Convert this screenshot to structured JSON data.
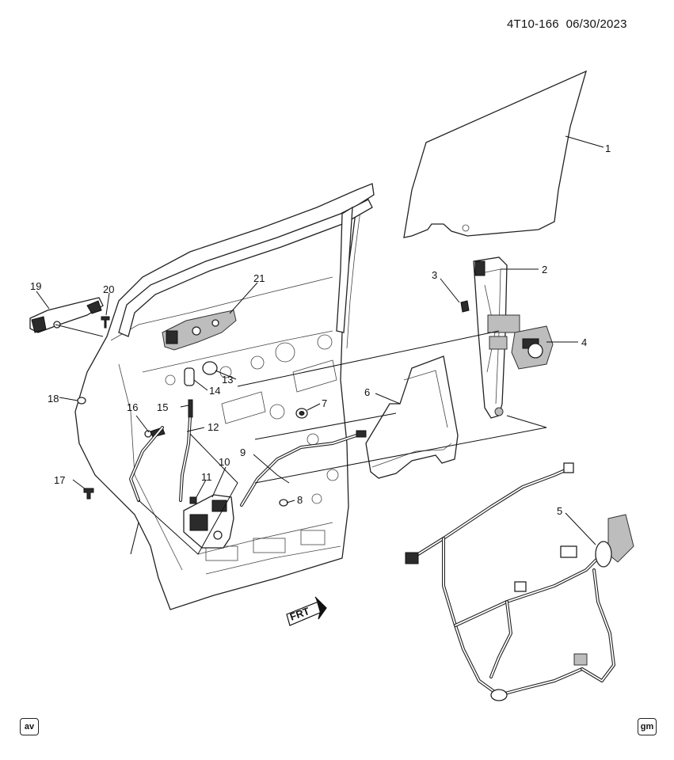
{
  "diagram": {
    "id": "4T10-166",
    "date": "06/30/2023",
    "front_marker": "FRT",
    "callouts": [
      "1",
      "2",
      "3",
      "4",
      "5",
      "6",
      "7",
      "8",
      "9",
      "10",
      "11",
      "12",
      "13",
      "14",
      "15",
      "16",
      "17",
      "18",
      "19",
      "20",
      "21"
    ]
  },
  "badges": {
    "left": "av",
    "right": "gm"
  }
}
